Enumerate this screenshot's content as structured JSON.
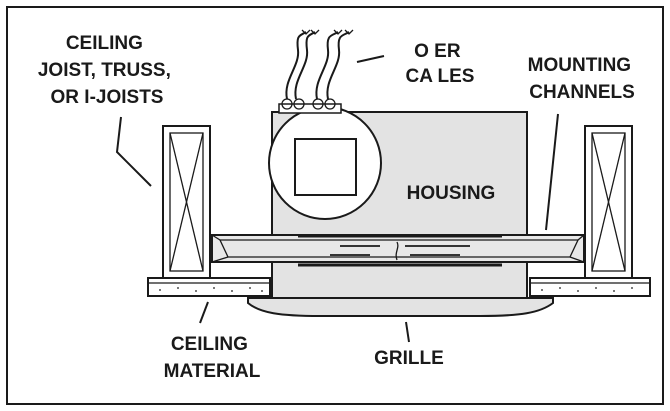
{
  "labels": {
    "ceiling_joist": [
      "CEILING",
      "JOIST, TRUSS,",
      "OR I-JOISTS"
    ],
    "power_cables": [
      "O ER",
      "CA LES"
    ],
    "mounting_channels": [
      "MOUNTING",
      "CHANNELS"
    ],
    "housing": "HOUSING",
    "ceiling_material": [
      "CEILING",
      "MATERIAL"
    ],
    "grille": "GRILLE"
  }
}
